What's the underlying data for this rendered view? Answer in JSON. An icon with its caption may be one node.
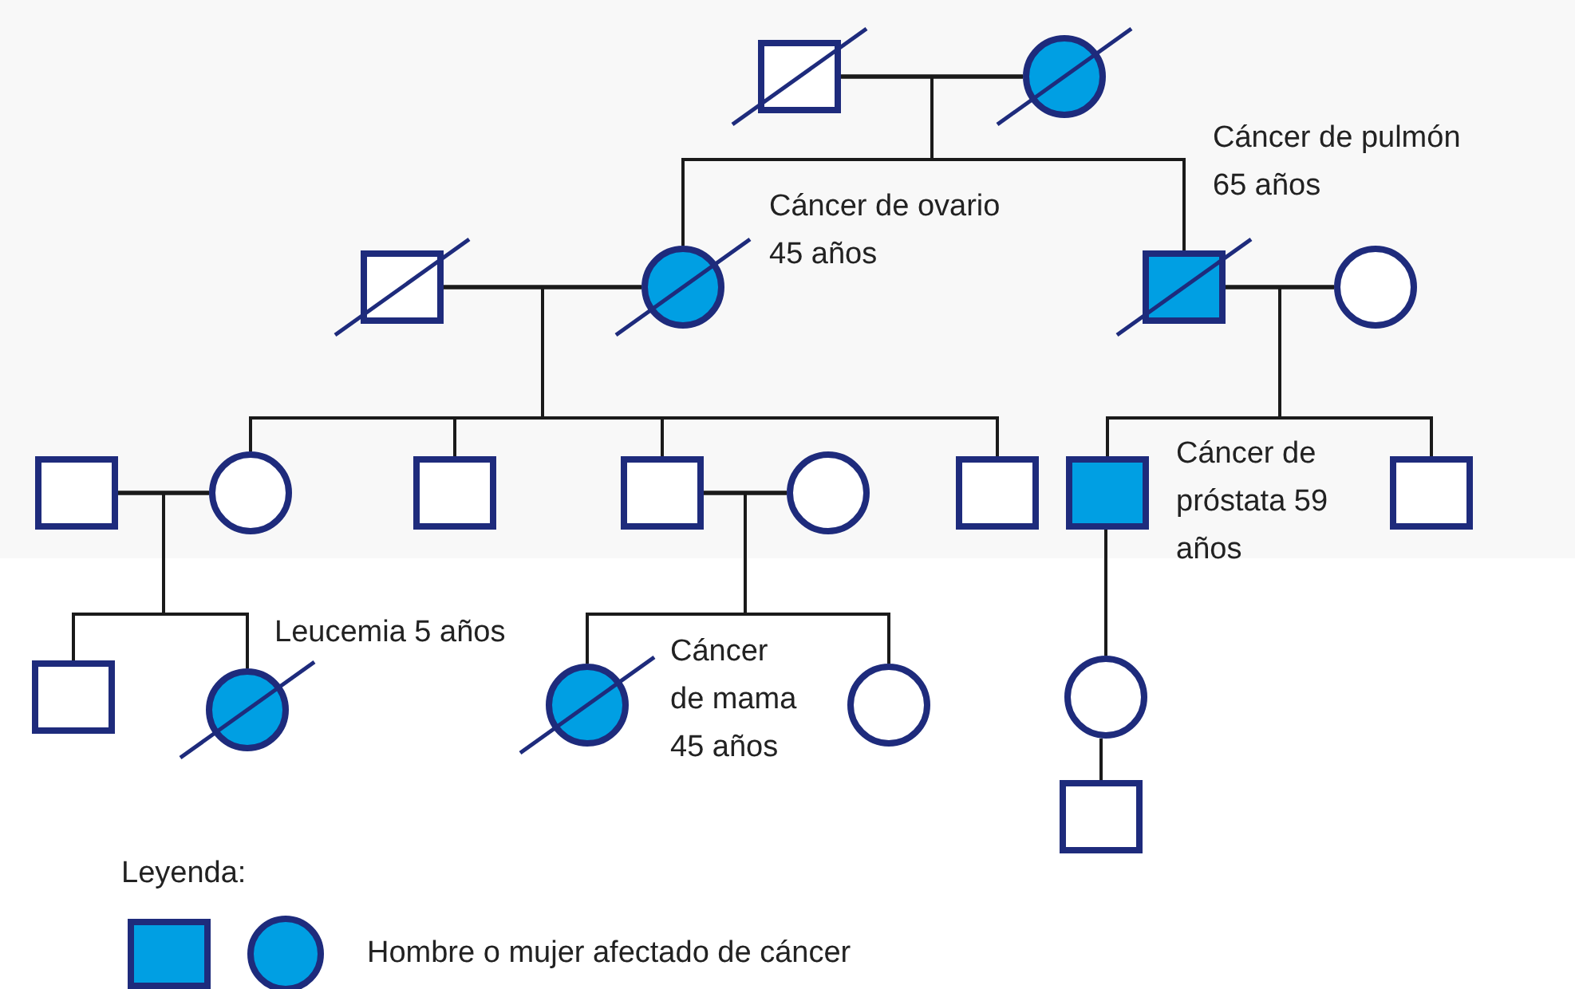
{
  "diagram": {
    "nodes": [
      {
        "text": [],
        "shape": "box"
      },
      {
        "text": [],
        "shape": "circle"
      },
      {
        "text": [],
        "shape": "box"
      },
      {
        "text": [],
        "shape": "circle",
        "beside": [
          "Cáncer de ovario 45 años"
        ]
      },
      {
        "text": [],
        "shape": "box",
        "beside": [
          "Cáncer de pulmón 65 años"
        ]
      },
      {
        "text": [],
        "shape": "circle"
      },
      {
        "text": [],
        "shape": "box"
      },
      {
        "text": [],
        "shape": "circle"
      },
      {
        "text": [],
        "shape": "box"
      },
      {
        "text": [],
        "shape": "box"
      },
      {
        "text": [],
        "shape": "circle"
      },
      {
        "text": [],
        "shape": "box"
      },
      {
        "text": [],
        "shape": "box",
        "beside": [
          "Cáncer de próstata 59 años"
        ]
      },
      {
        "text": [],
        "shape": "box"
      },
      {
        "text": [],
        "shape": "box"
      },
      {
        "text": [],
        "shape": "circle",
        "beside": [
          "Leucemia 5 años"
        ]
      },
      {
        "text": [],
        "shape": "circle",
        "beside": [
          "Cáncer de mama 45 años"
        ]
      },
      {
        "text": [],
        "shape": "circle"
      },
      {
        "text": [],
        "shape": "circle"
      },
      {
        "text": [],
        "shape": "box"
      }
    ],
    "edges": [
      {
        "from": 0,
        "to": 1,
        "arrow": "none"
      },
      {
        "from": 0,
        "to": 3,
        "arrow": "none"
      },
      {
        "from": 1,
        "to": 3,
        "arrow": "none"
      },
      {
        "from": 0,
        "to": 4,
        "arrow": "none"
      },
      {
        "from": 1,
        "to": 4,
        "arrow": "none"
      },
      {
        "from": 2,
        "to": 3,
        "arrow": "none"
      },
      {
        "from": 2,
        "to": 7,
        "arrow": "none"
      },
      {
        "from": 3,
        "to": 7,
        "arrow": "none"
      },
      {
        "from": 2,
        "to": 8,
        "arrow": "none"
      },
      {
        "from": 3,
        "to": 8,
        "arrow": "none"
      },
      {
        "from": 2,
        "to": 9,
        "arrow": "none"
      },
      {
        "from": 3,
        "to": 9,
        "arrow": "none"
      },
      {
        "from": 2,
        "to": 11,
        "arrow": "none"
      },
      {
        "from": 3,
        "to": 11,
        "arrow": "none"
      },
      {
        "from": 4,
        "to": 5,
        "arrow": "none"
      },
      {
        "from": 4,
        "to": 12,
        "arrow": "none"
      },
      {
        "from": 5,
        "to": 12,
        "arrow": "none"
      },
      {
        "from": 4,
        "to": 13,
        "arrow": "none"
      },
      {
        "from": 5,
        "to": 13,
        "arrow": "none"
      },
      {
        "from": 6,
        "to": 7,
        "arrow": "none"
      },
      {
        "from": 6,
        "to": 14,
        "arrow": "none"
      },
      {
        "from": 7,
        "to": 14,
        "arrow": "none"
      },
      {
        "from": 6,
        "to": 15,
        "arrow": "none"
      },
      {
        "from": 7,
        "to": 15,
        "arrow": "none"
      },
      {
        "from": 9,
        "to": 10,
        "arrow": "none"
      },
      {
        "from": 9,
        "to": 16,
        "arrow": "none"
      },
      {
        "from": 10,
        "to": 16,
        "arrow": "none"
      },
      {
        "from": 9,
        "to": 17,
        "arrow": "none"
      },
      {
        "from": 10,
        "to": 17,
        "arrow": "none"
      },
      {
        "from": 12,
        "to": 18,
        "arrow": "none"
      },
      {
        "from": 18,
        "to": 19,
        "arrow": "none"
      }
    ],
    "labels": [
      "Leyenda:"
    ],
    "legend": [
      {
        "text": "Hombre o mujer afectado de cáncer",
        "color": "#009fe3"
      }
    ]
  }
}
